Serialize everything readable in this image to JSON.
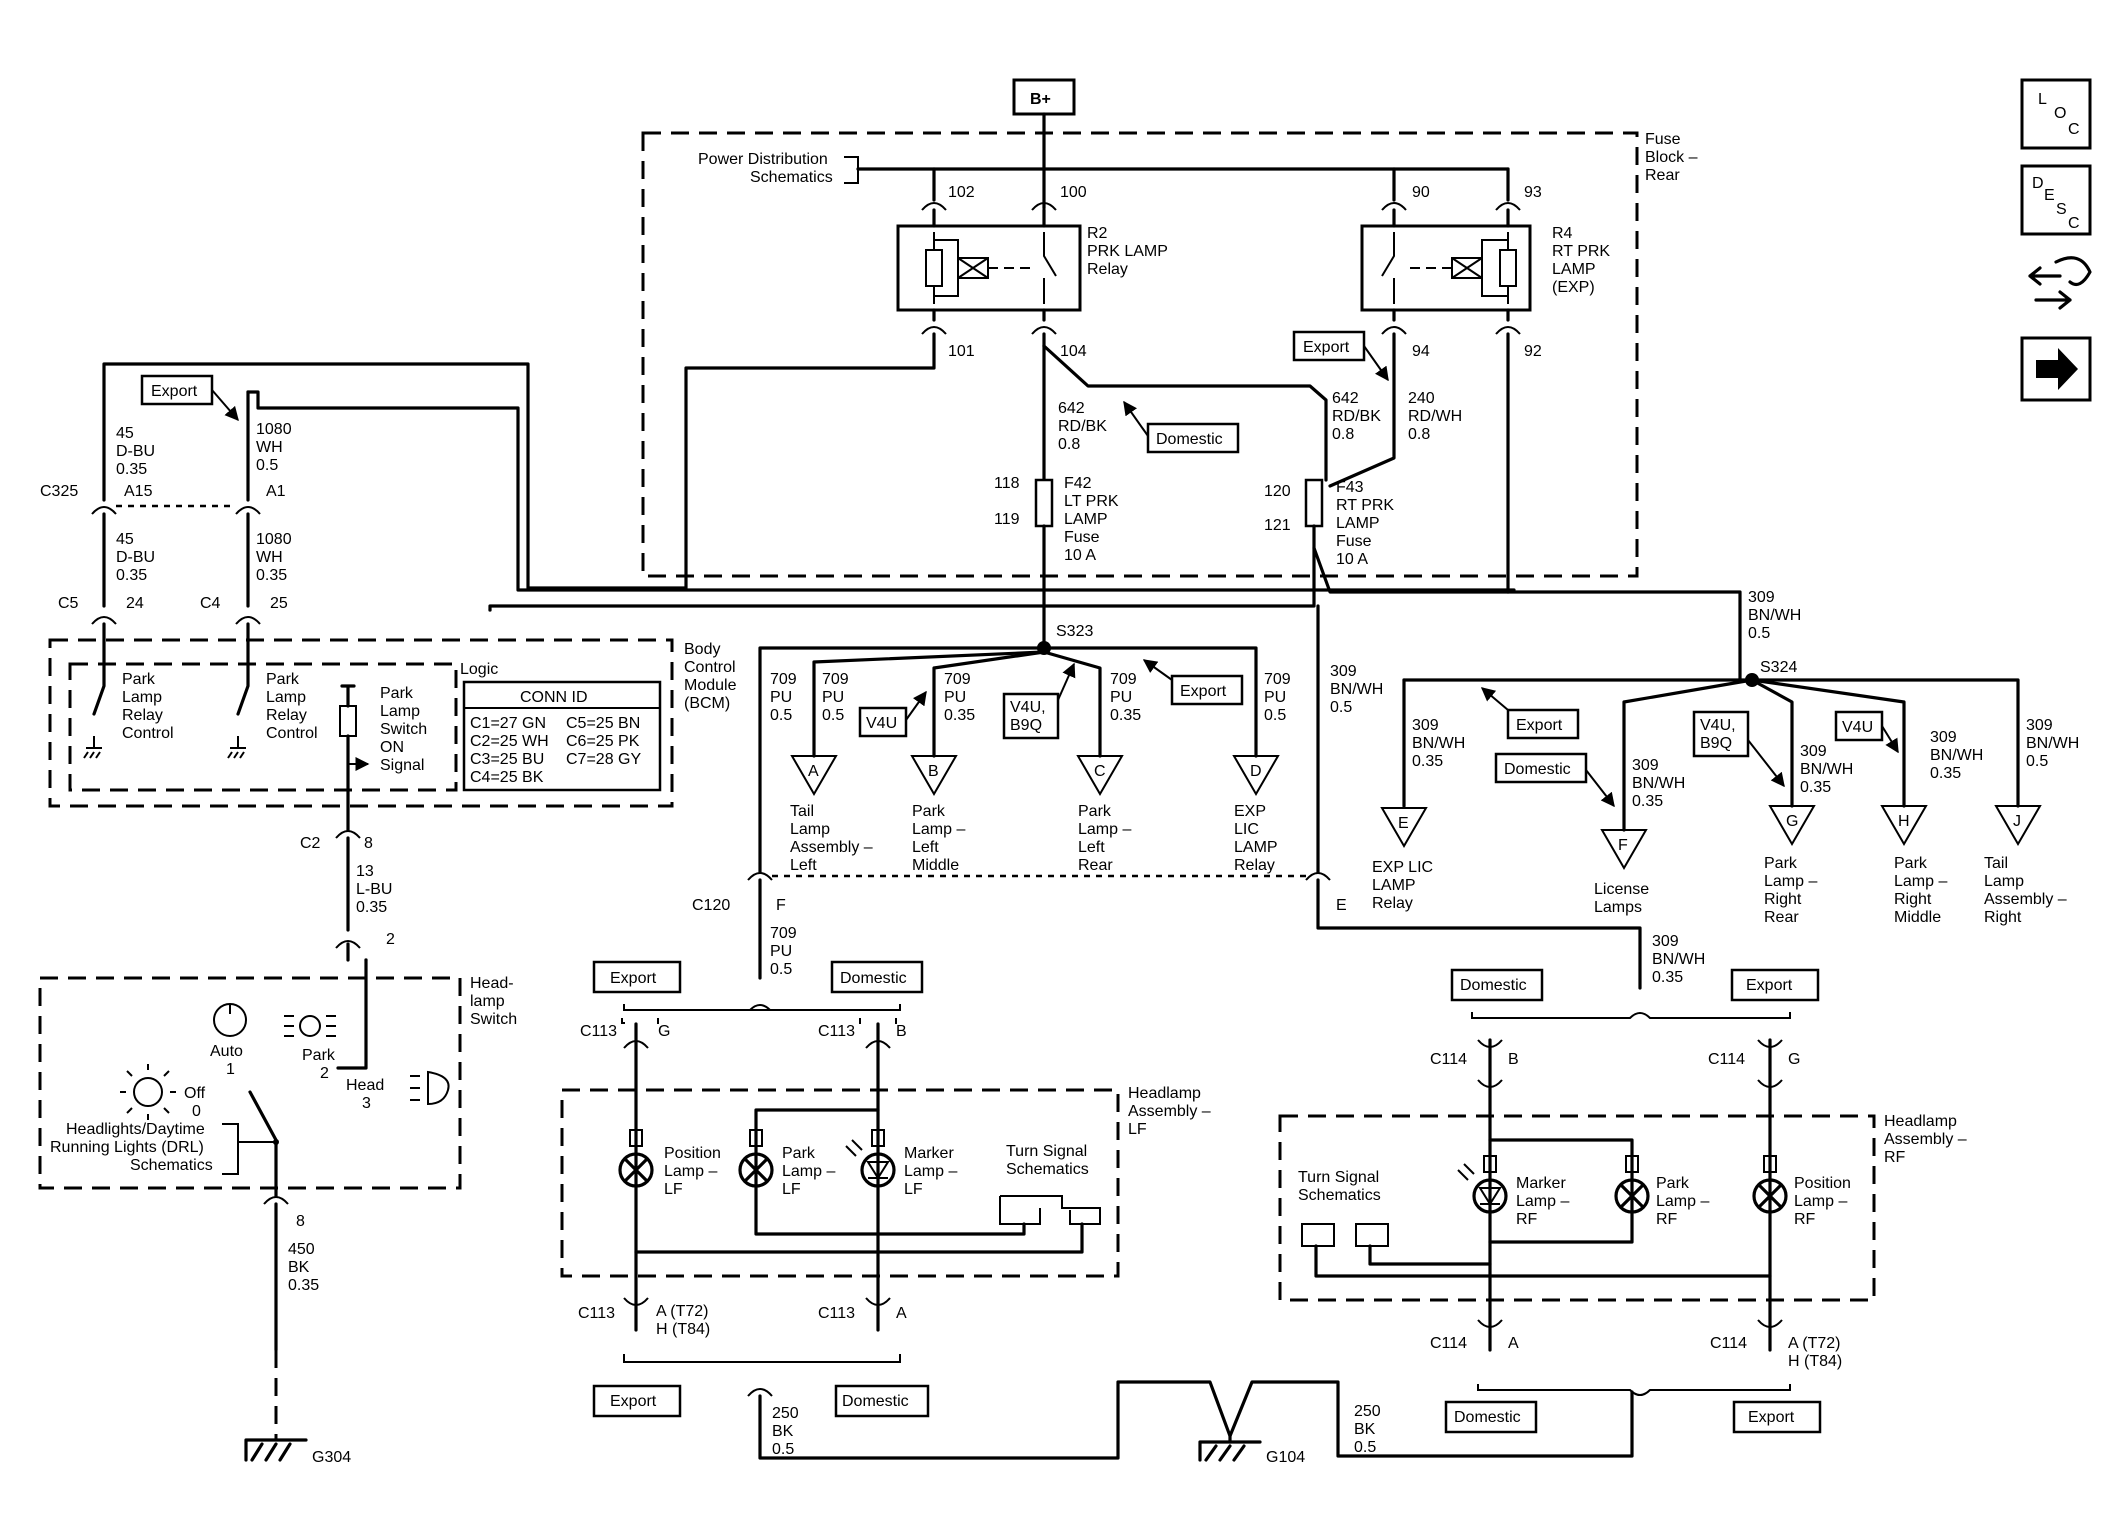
{
  "labels": {
    "bplus": "B+",
    "fuse_block": [
      "Fuse",
      "Block –",
      "Rear"
    ],
    "pds": [
      "Power Distribution",
      "Schematics"
    ],
    "p102": "102",
    "p100": "100",
    "p90": "90",
    "p93": "93",
    "p101": "101",
    "p104": "104",
    "p94": "94",
    "p92": "92",
    "r2": [
      "R2",
      "PRK LAMP",
      "Relay"
    ],
    "r4": [
      "R4",
      "RT PRK",
      "LAMP",
      "(EXP)"
    ],
    "w642a": [
      "642",
      "RD/BK",
      "0.8"
    ],
    "w642b": [
      "642",
      "RD/BK",
      "0.8"
    ],
    "w240": [
      "240",
      "RD/WH",
      "0.8"
    ],
    "f42": [
      "F42",
      "LT PRK",
      "LAMP",
      "Fuse",
      "10 A"
    ],
    "f43": [
      "F43",
      "RT PRK",
      "LAMP",
      "Fuse",
      "10 A"
    ],
    "p118": "118",
    "p119": "119",
    "p120": "120",
    "p121": "121",
    "w45a": [
      "45",
      "D-BU",
      "0.35"
    ],
    "w45b": [
      "45",
      "D-BU",
      "0.35"
    ],
    "w1080a": [
      "1080",
      "WH",
      "0.5"
    ],
    "w1080b": [
      "1080",
      "WH",
      "0.35"
    ],
    "c325": "C325",
    "a15": "A15",
    "a1": "A1",
    "c5": "C5",
    "p24": "24",
    "c4": "C4",
    "p25": "25",
    "bcm": [
      "Body",
      "Control",
      "Module",
      "(BCM)"
    ],
    "logic": "Logic",
    "prc1": [
      "Park",
      "Lamp",
      "Relay",
      "Control"
    ],
    "prc2": [
      "Park",
      "Lamp",
      "Relay",
      "Control"
    ],
    "plsw": [
      "Park",
      "Lamp",
      "Switch",
      "ON",
      "Signal"
    ],
    "conn_id_title": "CONN ID",
    "conn_ids": [
      "C1=27 GN",
      "C2=25 WH",
      "C3=25 BU",
      "C4=25 BK",
      "C5=25 BN",
      "C6=25 PK",
      "C7=28 GY"
    ],
    "c2": "C2",
    "p8a": "8",
    "w13": [
      "13",
      "L-BU",
      "0.35"
    ],
    "p2": "2",
    "hls": [
      "Head-",
      "lamp",
      "Switch"
    ],
    "auto": [
      "Auto",
      "1"
    ],
    "park_pos": [
      "Park",
      "2"
    ],
    "off_pos": [
      "Off",
      "0"
    ],
    "head_pos": [
      "Head",
      "3"
    ],
    "drl": [
      "Headlights/Daytime",
      "Running Lights (DRL)",
      "Schematics"
    ],
    "p8b": "8",
    "w450": [
      "450",
      "BK",
      "0.35"
    ],
    "g304": "G304",
    "s323": "S323",
    "s324": "S324",
    "w709": [
      "709",
      "PU",
      "0.5"
    ],
    "w709b": [
      "709",
      "PU",
      "0.5"
    ],
    "w709c": [
      "709",
      "PU",
      "0.35"
    ],
    "w709d": [
      "709",
      "PU",
      "0.35"
    ],
    "w709e": [
      "709",
      "PU",
      "0.5"
    ],
    "w709f": [
      "709",
      "PU",
      "0.5"
    ],
    "w309a": [
      "309",
      "BN/WH",
      "0.5"
    ],
    "w309b": [
      "309",
      "BN/WH",
      "0.5"
    ],
    "w309c": [
      "309",
      "BN/WH",
      "0.35"
    ],
    "w309d": [
      "309",
      "BN/WH",
      "0.35"
    ],
    "w309e": [
      "309",
      "BN/WH",
      "0.35"
    ],
    "w309f": [
      "309",
      "BN/WH",
      "0.35"
    ],
    "w309g": [
      "309",
      "BN/WH",
      "0.5"
    ],
    "w309h": [
      "309",
      "BN/WH",
      "0.35"
    ],
    "tri_a": "A",
    "tri_b": "B",
    "tri_c": "C",
    "tri_d": "D",
    "tri_e": "E",
    "tri_f": "F",
    "tri_g": "G",
    "tri_h": "H",
    "tri_j": "J",
    "dest_a": [
      "Tail",
      "Lamp",
      "Assembly –",
      "Left"
    ],
    "dest_b": [
      "Park",
      "Lamp –",
      "Left",
      "Middle"
    ],
    "dest_c": [
      "Park",
      "Lamp –",
      "Left",
      "Rear"
    ],
    "dest_d": [
      "EXP",
      "LIC",
      "LAMP",
      "Relay"
    ],
    "dest_e": [
      "EXP LIC",
      "LAMP",
      "Relay"
    ],
    "dest_f": [
      "License",
      "Lamps"
    ],
    "dest_g": [
      "Park",
      "Lamp –",
      "Right",
      "Rear"
    ],
    "dest_h": [
      "Park",
      "Lamp –",
      "Right",
      "Middle"
    ],
    "dest_j": [
      "Tail",
      "Lamp",
      "Assembly –",
      "Right"
    ],
    "export": "Export",
    "domestic": "Domestic",
    "v4u": "V4U",
    "v4u_b9q": [
      "V4U,",
      "B9Q"
    ],
    "c120": "C120",
    "pF": "F",
    "pE": "E",
    "c113": "C113",
    "c114": "C114",
    "pG": "G",
    "pB": "B",
    "pA": "A",
    "a_t72": "A (T72)",
    "h_t84": "H (T84)",
    "hla_lf": [
      "Headlamp",
      "Assembly –",
      "LF"
    ],
    "hla_rf": [
      "Headlamp",
      "Assembly –",
      "RF"
    ],
    "pos_lf": [
      "Position",
      "Lamp –",
      "LF"
    ],
    "park_lf": [
      "Park",
      "Lamp –",
      "LF"
    ],
    "marker_lf": [
      "Marker",
      "Lamp –",
      "LF"
    ],
    "pos_rf": [
      "Position",
      "Lamp –",
      "RF"
    ],
    "park_rf": [
      "Park",
      "Lamp –",
      "RF"
    ],
    "marker_rf": [
      "Marker",
      "Lamp –",
      "RF"
    ],
    "turn_sig": [
      "Turn Signal",
      "Schematics"
    ],
    "w250a": [
      "250",
      "BK",
      "0.5"
    ],
    "w250b": [
      "250",
      "BK",
      "0.5"
    ],
    "g104": "G104",
    "loc_letters": [
      "L",
      "O",
      "C"
    ],
    "desc_letters": [
      "D",
      "E",
      "S",
      "C"
    ]
  },
  "icons": [
    "loc-icon",
    "desc-icon",
    "schematic-nav-icon",
    "next-arrow-icon"
  ]
}
